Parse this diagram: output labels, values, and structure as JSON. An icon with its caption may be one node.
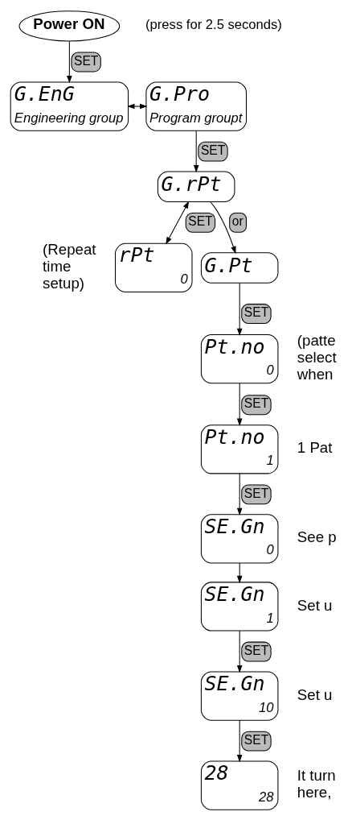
{
  "diagram": {
    "nodes": [
      {
        "text": [
          "Power ON"
        ]
      },
      {
        "text": [
          "G.EnG",
          "Engineering group"
        ]
      },
      {
        "text": [
          "G.Pro",
          "Program groupt"
        ]
      },
      {
        "text": [
          "G.rPt"
        ]
      },
      {
        "text": [
          "rPt",
          "0"
        ],
        "beside": [
          "(Repeat time setup)"
        ]
      },
      {
        "text": [
          "G.Pt"
        ]
      },
      {
        "text": [
          "Pt.no",
          "0"
        ],
        "beside": [
          "(patte select when"
        ]
      },
      {
        "text": [
          "Pt.no",
          "1"
        ],
        "beside": [
          "1 Pat"
        ]
      },
      {
        "text": [
          "SE.Gn",
          "0"
        ],
        "beside": [
          "See p"
        ]
      },
      {
        "text": [
          "SE.Gn",
          "1"
        ],
        "beside": [
          "Set u"
        ]
      },
      {
        "text": [
          "SE.Gn",
          "10"
        ],
        "beside": [
          "Set u"
        ]
      },
      {
        "text": [
          "28",
          "28"
        ],
        "beside": [
          "It turn here,"
        ]
      }
    ],
    "edges": [
      {
        "from": 0,
        "to": 1,
        "arrow": "to",
        "label": "SET"
      },
      {
        "from": 1,
        "to": 2,
        "arrow": "both"
      },
      {
        "from": 2,
        "to": 3,
        "arrow": "to",
        "label": "SET"
      },
      {
        "from": 3,
        "to": 4,
        "arrow": "both",
        "label": "SET"
      },
      {
        "from": 3,
        "to": 5,
        "arrow": "to",
        "label": "or"
      },
      {
        "from": 5,
        "to": 6,
        "arrow": "to",
        "label": "SET"
      },
      {
        "from": 6,
        "to": 7,
        "arrow": "to",
        "label": "SET"
      },
      {
        "from": 7,
        "to": 8,
        "arrow": "to",
        "label": "SET"
      },
      {
        "from": 8,
        "to": 9,
        "arrow": "to"
      },
      {
        "from": 9,
        "to": 10,
        "arrow": "to",
        "label": "SET"
      },
      {
        "from": 10,
        "to": 11,
        "arrow": "to",
        "label": "SET"
      }
    ],
    "labels": [
      "(press for 2.5 seconds)"
    ]
  }
}
